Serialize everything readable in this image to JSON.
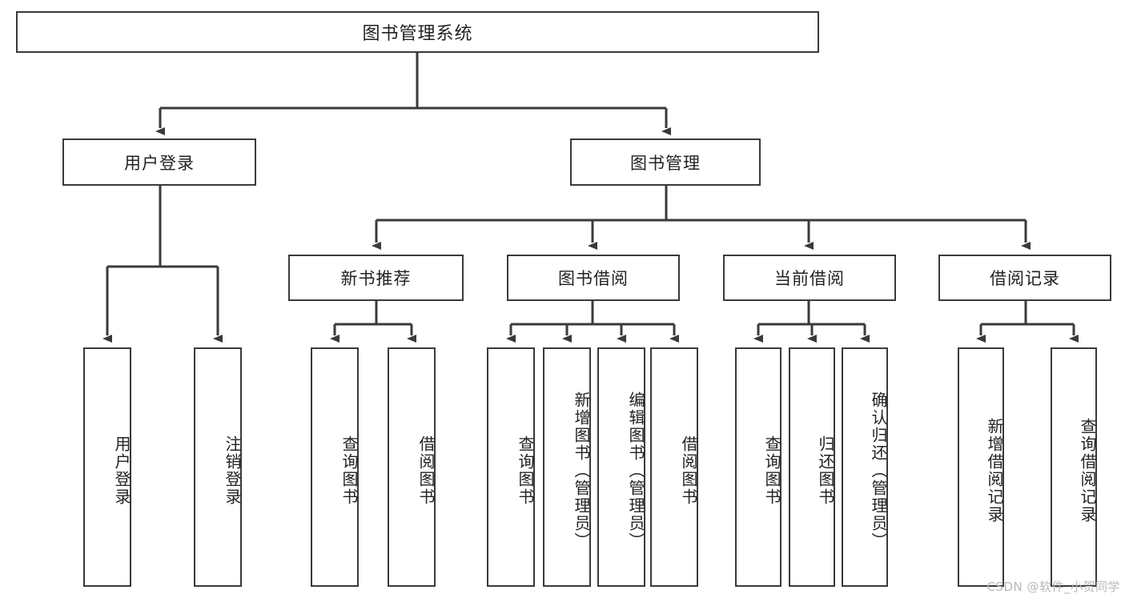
{
  "diagram": {
    "type": "tree",
    "title": "图书管理系统",
    "root": {
      "label": "图书管理系统"
    },
    "level2": [
      {
        "label": "用户登录"
      },
      {
        "label": "图书管理"
      }
    ],
    "level3": [
      {
        "label": "新书推荐"
      },
      {
        "label": "图书借阅"
      },
      {
        "label": "当前借阅"
      },
      {
        "label": "借阅记录"
      }
    ],
    "leaves": {
      "user_login": [
        {
          "label": "用户登录"
        },
        {
          "label": "注销登录"
        }
      ],
      "new_book_recommend": [
        {
          "label": "查询图书"
        },
        {
          "label": "借阅图书"
        }
      ],
      "book_borrow": [
        {
          "label": "查询图书"
        },
        {
          "label": "新增图书（管理员）"
        },
        {
          "label": "编辑图书（管理员）"
        },
        {
          "label": "借阅图书"
        }
      ],
      "current_borrow": [
        {
          "label": "查询图书"
        },
        {
          "label": "归还图书"
        },
        {
          "label": "确认归还（管理员）"
        }
      ],
      "borrow_record": [
        {
          "label": "新增借阅记录"
        },
        {
          "label": "查询借阅记录"
        }
      ]
    }
  },
  "watermark": {
    "text": "CSDN @软件_小贺同学"
  },
  "colors": {
    "line": "#3a3a3a",
    "box_fill": "#ffffff",
    "text": "#222222",
    "watermark": "#b9b9b9"
  }
}
